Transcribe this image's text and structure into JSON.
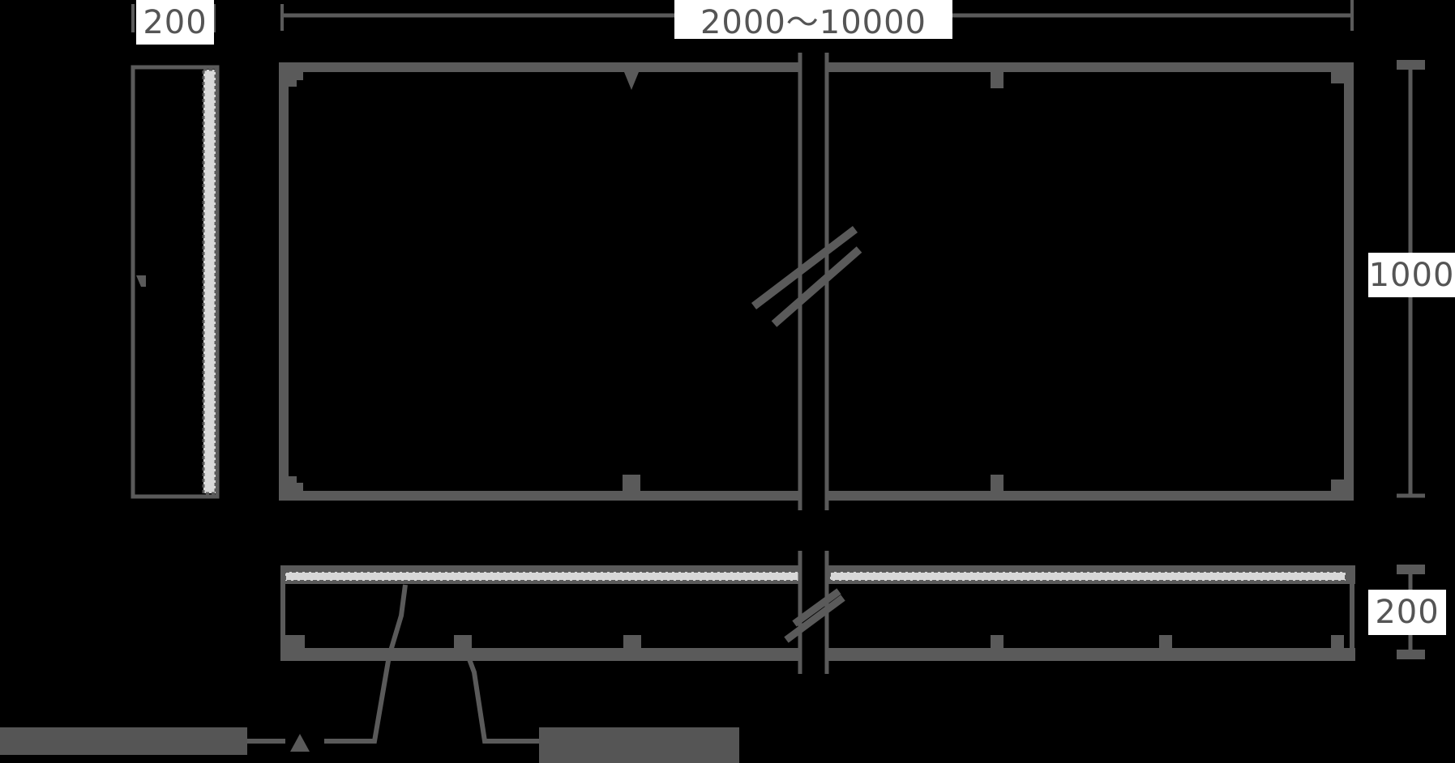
{
  "diagram": {
    "type": "technical-drawing",
    "description": "Panel elevation with side and bottom section views, dimensioned in mm",
    "colors": {
      "background": "#000000",
      "line": "#5a5a5a",
      "strip": "#d8d8d8",
      "label_bg": "#ffffff",
      "label_text": "#555555"
    },
    "dimensions": {
      "side_width": "200",
      "length": "2000～10000",
      "height": "1000",
      "depth": "200"
    },
    "callouts": [
      {
        "id": "left-callout",
        "text": ""
      },
      {
        "id": "right-callout",
        "text": ""
      }
    ]
  }
}
